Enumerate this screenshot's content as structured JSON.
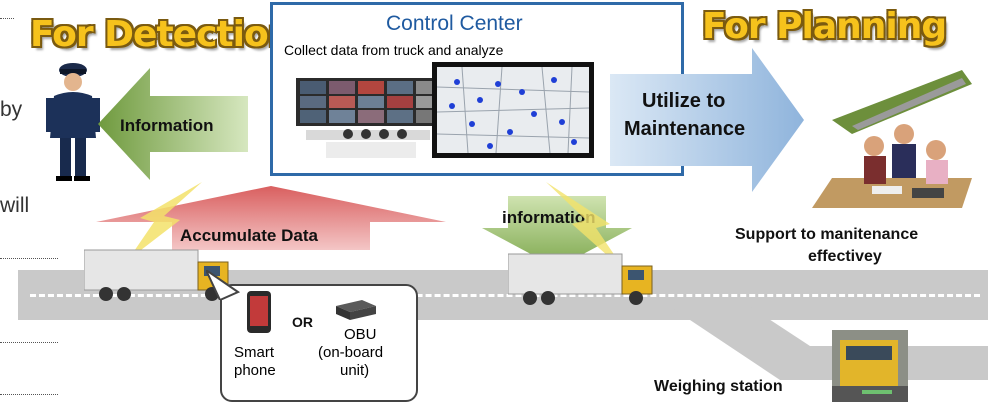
{
  "left_edge": {
    "by": "by",
    "will": "will"
  },
  "detection": {
    "title": "For Detection",
    "arrow_label": "Information"
  },
  "control_center": {
    "title": "Control Center",
    "subtitle": "Collect data from truck and analyze"
  },
  "utilize": {
    "line1": "Utilize to",
    "line2": "Maintenance"
  },
  "planning": {
    "title": "For Planning",
    "support_line1": "Support to  manitenance",
    "support_line2": "effectivey"
  },
  "accumulate": {
    "label": "Accumulate Data"
  },
  "information_down": {
    "label": "information"
  },
  "device": {
    "smartphone_line1": "Smart",
    "smartphone_line2": "phone",
    "or": "OR",
    "obu_line1": "OBU",
    "obu_line2": "(on-board",
    "obu_line3": "unit)"
  },
  "weighing": {
    "label": "Weighing station"
  },
  "colors": {
    "green_arrow": "#7ea84e",
    "blue_arrow": "#9fc0e2",
    "pink_arrow": "#e48383",
    "title_yellow": "#f6c21c",
    "cc_border": "#2f6aa8",
    "road": "#c9c9c9"
  }
}
